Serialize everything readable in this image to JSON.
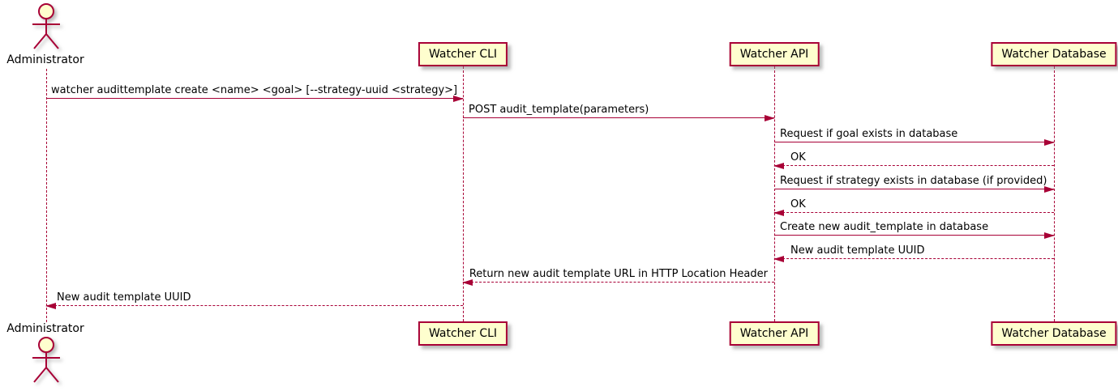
{
  "diagram": {
    "type": "uml-sequence",
    "colors": {
      "accent": "#A80036",
      "participant_fill": "#FEFECE",
      "background": "#FFFFFF",
      "text": "#000000"
    },
    "actor": {
      "name": "Administrator"
    },
    "participants": [
      {
        "label": "Watcher CLI"
      },
      {
        "label": "Watcher API"
      },
      {
        "label": "Watcher Database"
      }
    ],
    "messages": [
      {
        "from": "Administrator",
        "to": "Watcher CLI",
        "style": "solid",
        "label": "watcher audittemplate create <name> <goal> [--strategy-uuid <strategy>]"
      },
      {
        "from": "Watcher CLI",
        "to": "Watcher API",
        "style": "solid",
        "label": "POST audit_template(parameters)"
      },
      {
        "from": "Watcher API",
        "to": "Watcher Database",
        "style": "solid",
        "label": "Request if goal exists in database"
      },
      {
        "from": "Watcher Database",
        "to": "Watcher API",
        "style": "dashed",
        "label": "OK"
      },
      {
        "from": "Watcher API",
        "to": "Watcher Database",
        "style": "solid",
        "label": "Request if strategy exists in database (if provided)"
      },
      {
        "from": "Watcher Database",
        "to": "Watcher API",
        "style": "dashed",
        "label": "OK"
      },
      {
        "from": "Watcher API",
        "to": "Watcher Database",
        "style": "solid",
        "label": "Create new audit_template in database"
      },
      {
        "from": "Watcher Database",
        "to": "Watcher API",
        "style": "dashed",
        "label": "New audit template UUID"
      },
      {
        "from": "Watcher API",
        "to": "Watcher CLI",
        "style": "dashed",
        "label": "Return new audit template URL in HTTP Location Header"
      },
      {
        "from": "Watcher CLI",
        "to": "Administrator",
        "style": "dashed",
        "label": "New audit template UUID"
      }
    ]
  }
}
